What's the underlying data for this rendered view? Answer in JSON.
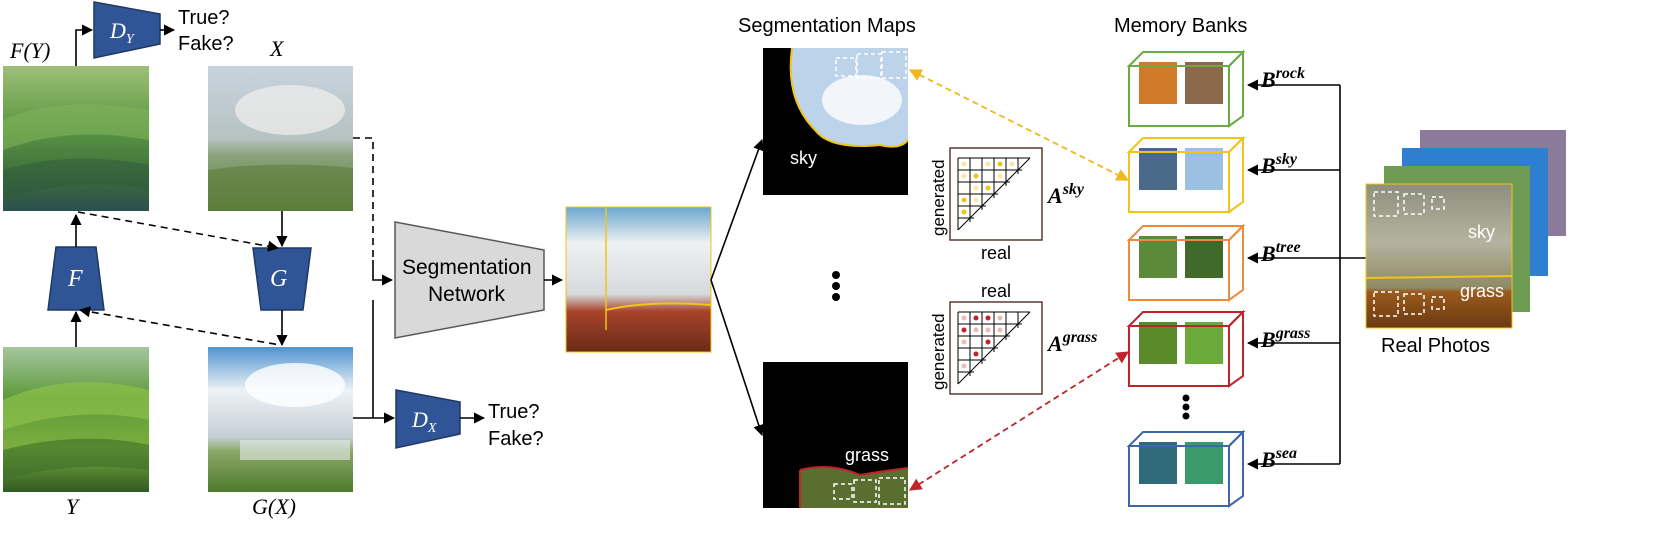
{
  "labels": {
    "f_y": "F(Y)",
    "x": "X",
    "y": "Y",
    "g_x": "G(X)",
    "true_top": "True?",
    "fake_top": "Fake?",
    "true_bottom": "True?",
    "fake_bottom": "Fake?",
    "seg_maps_title": "Segmentation Maps",
    "memory_banks_title": "Memory Banks",
    "real_photos": "Real Photos",
    "seg_net_line1": "Segmentation",
    "seg_net_line2": "Network",
    "sky_map": "sky",
    "grass_map": "grass",
    "sky_photo": "sky",
    "grass_photo": "grass",
    "generated_1": "generated",
    "generated_2": "generated",
    "real_1": "real",
    "real_2": "real"
  },
  "blocks": {
    "F": "F",
    "G": "G",
    "D_Y": {
      "base": "D",
      "sub": "Y"
    },
    "D_X": {
      "base": "D",
      "sub": "X"
    }
  },
  "affinity": {
    "sky": {
      "base": "A",
      "sup": "sky"
    },
    "grass": {
      "base": "A",
      "sup": "grass"
    }
  },
  "banks": [
    {
      "base": "B",
      "sup": "rock",
      "color": "#6bab45"
    },
    {
      "base": "B",
      "sup": "sky",
      "color": "#f0c419"
    },
    {
      "base": "B",
      "sup": "tree",
      "color": "#ee8a3c"
    },
    {
      "base": "B",
      "sup": "grass",
      "color": "#c0232a"
    },
    {
      "base": "B",
      "sup": "sea",
      "color": "#3d67a8"
    }
  ],
  "colors": {
    "block_fill": "#2f5597",
    "block_stroke": "#1f3864",
    "seg_net_fill": "#d9d9d9",
    "sky_arrow": "#f0b81d",
    "grass_arrow": "#c0232a",
    "sky_dot": "#f0c419",
    "grass_dot": "#c0232a"
  }
}
